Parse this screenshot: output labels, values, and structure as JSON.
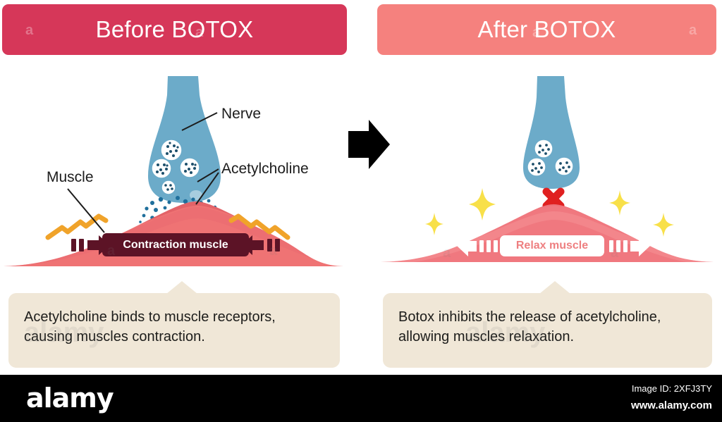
{
  "headers": {
    "before": {
      "label": "Before BOTOX",
      "color": "#d63759"
    },
    "after": {
      "label": "After BOTOX",
      "color": "#f5817e"
    }
  },
  "left_panel": {
    "labels": {
      "nerve": "Nerve",
      "acetylcholine": "Acetylcholine",
      "muscle": "Muscle"
    },
    "muscle_state_label": "Contraction muscle",
    "caption": "Acetylcholine binds to muscle receptors, causing muscles contraction.",
    "colors": {
      "nerve": "#6cabc9",
      "vesicle": "#ffffff",
      "neurotransmitter_dot": "#1f6f9c",
      "muscle": "#ef7374",
      "muscle_dark": "#d8545c",
      "zigzag": "#f0a günü"
    }
  },
  "right_panel": {
    "muscle_state_label": "Relax muscle",
    "caption": "Botox inhibits the release of acetylcholine, allowing muscles relaxation.",
    "blocked_marker": "red-x",
    "colors": {
      "nerve": "#6cabc9",
      "muscle": "#f0787f",
      "sparkle": "#f8e049",
      "x_mark": "#e02020"
    }
  },
  "transition_arrow": "black-right-arrow",
  "watermark": {
    "letter": "a",
    "logo": "alamy",
    "image_id": "Image ID: 2XFJ3TY",
    "url": "www.alamy.com"
  }
}
